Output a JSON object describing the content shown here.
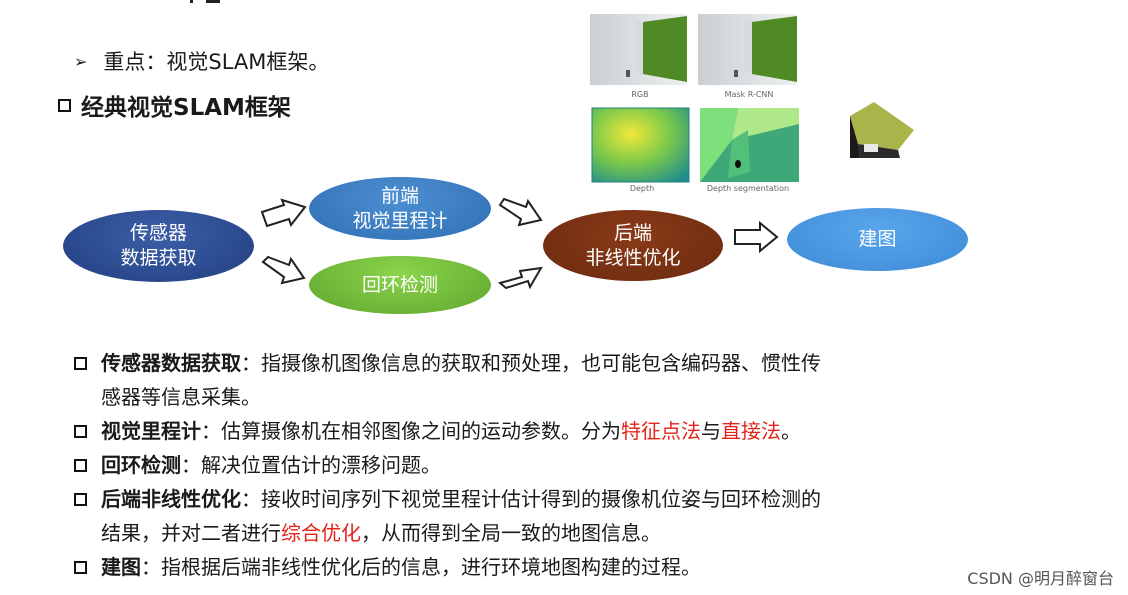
{
  "focus_line": {
    "text": "重点：视觉SLAM框架。"
  },
  "heading": {
    "text": "经典视觉SLAM框架"
  },
  "flow": {
    "sensor": {
      "line1": "传感器",
      "line2": "数据获取"
    },
    "visual_odometry": {
      "line1": "前端",
      "line2": "视觉里程计"
    },
    "loop_closure": {
      "line1": "回环检测"
    },
    "backend": {
      "line1": "后端",
      "line2": "非线性优化"
    },
    "mapping": {
      "line1": "建图"
    }
  },
  "images": {
    "captions": [
      "RGB",
      "Mask R-CNN",
      "Depth",
      "Depth segmentation"
    ]
  },
  "items": [
    {
      "term": "传感器数据获取",
      "text_a": "：指摄像机图像信息的获取和预处理，也可能包含编码器、惯性传",
      "text_b": "感器等信息采集。"
    },
    {
      "term": "视觉里程计",
      "text_a": "：估算摄像机在相邻图像之间的运动参数。分为",
      "highlight_1": "特征点法",
      "mid": "与",
      "highlight_2": "直接法",
      "end": "。"
    },
    {
      "term": "回环检测",
      "text_a": "：解决位置估计的漂移问题。"
    },
    {
      "term": "后端非线性优化",
      "text_a": "：接收时间序列下视觉里程计估计得到的摄像机位姿与回环检测的",
      "text_b_pre": "结果，并对二者进行",
      "highlight": "综合优化",
      "text_b_post": "，从而得到全局一致的地图信息。"
    },
    {
      "term": "建图",
      "text_a": "：指根据后端非线性优化后的信息，进行环境地图构建的过程。"
    }
  ],
  "watermark": "CSDN @明月醉窗台",
  "colors": {
    "red_highlight": "#e2231a"
  }
}
